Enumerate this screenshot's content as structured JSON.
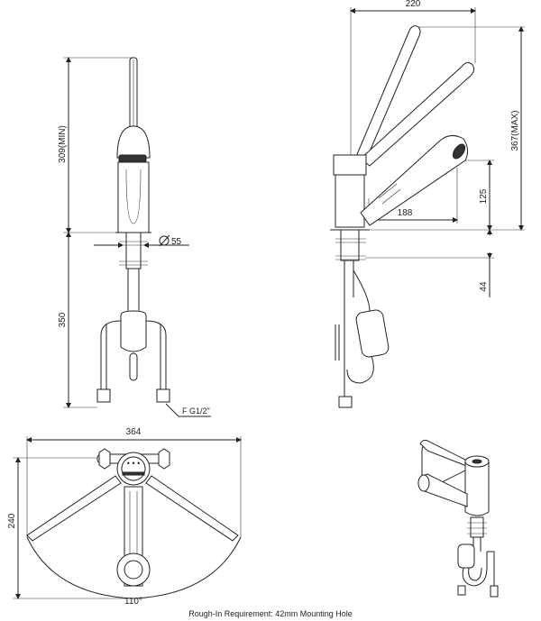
{
  "dimensions": {
    "front_height_min": "309(MIN)",
    "front_rough_in": "350",
    "hole_diameter": "55",
    "inlet_thread": "F G1/2\"",
    "side_width": "220",
    "side_height_max": "367(MAX)",
    "spout_reach": "188",
    "spout_height": "125",
    "underside": "44",
    "top_width": "364",
    "top_depth": "240",
    "swivel_angle": "110°"
  },
  "caption": "Rough-In Requirement: 42mm Mounting Hole"
}
